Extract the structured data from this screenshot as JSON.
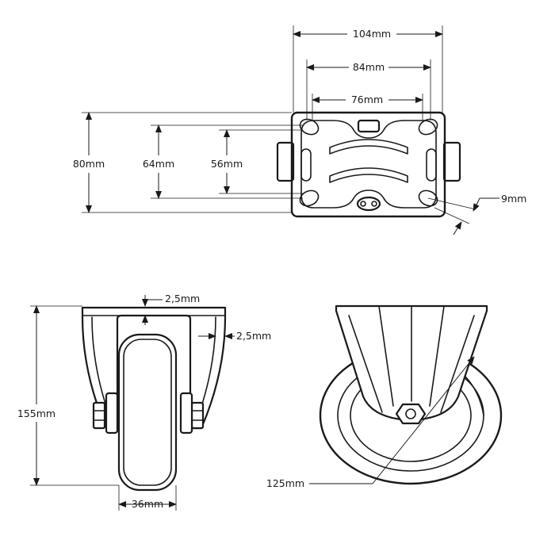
{
  "dimensions": {
    "plate_width_outer": "104mm",
    "hole_spacing_wide": "84mm",
    "hole_spacing_narrow": "76mm",
    "plate_height": "80mm",
    "hole_height_wide": "64mm",
    "hole_height_narrow": "56mm",
    "hole_diameter": "9mm",
    "plate_thickness_top": "2,5mm",
    "plate_thickness_side": "2,5mm",
    "total_height": "155mm",
    "wheel_width": "36mm",
    "wheel_diameter": "125mm"
  }
}
